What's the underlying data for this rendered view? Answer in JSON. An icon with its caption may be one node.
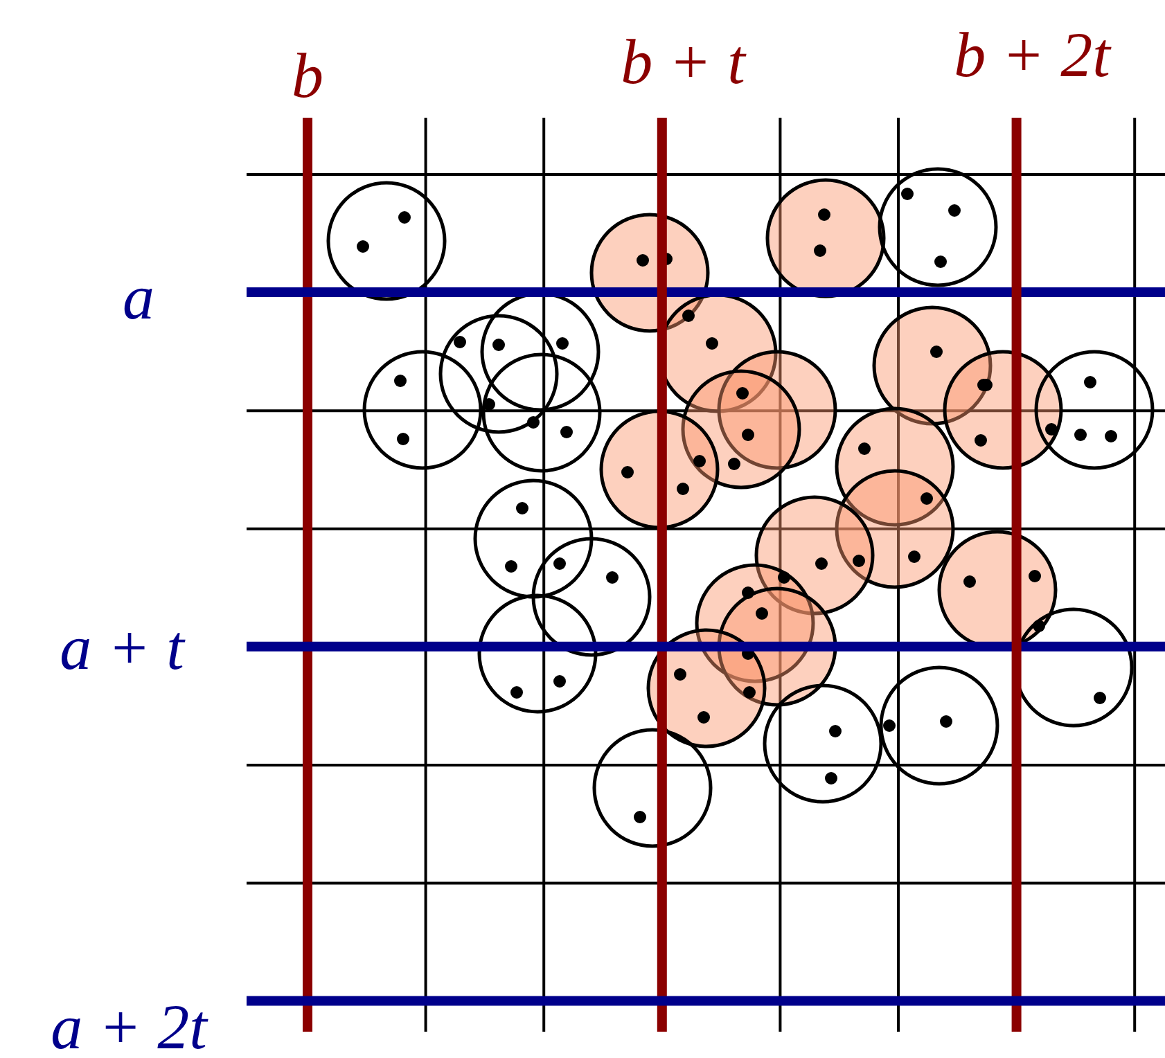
{
  "diagram": {
    "labels": [
      "b",
      "b + t",
      "b + 2t",
      "a",
      "a + t",
      "a + 2t"
    ]
  }
}
